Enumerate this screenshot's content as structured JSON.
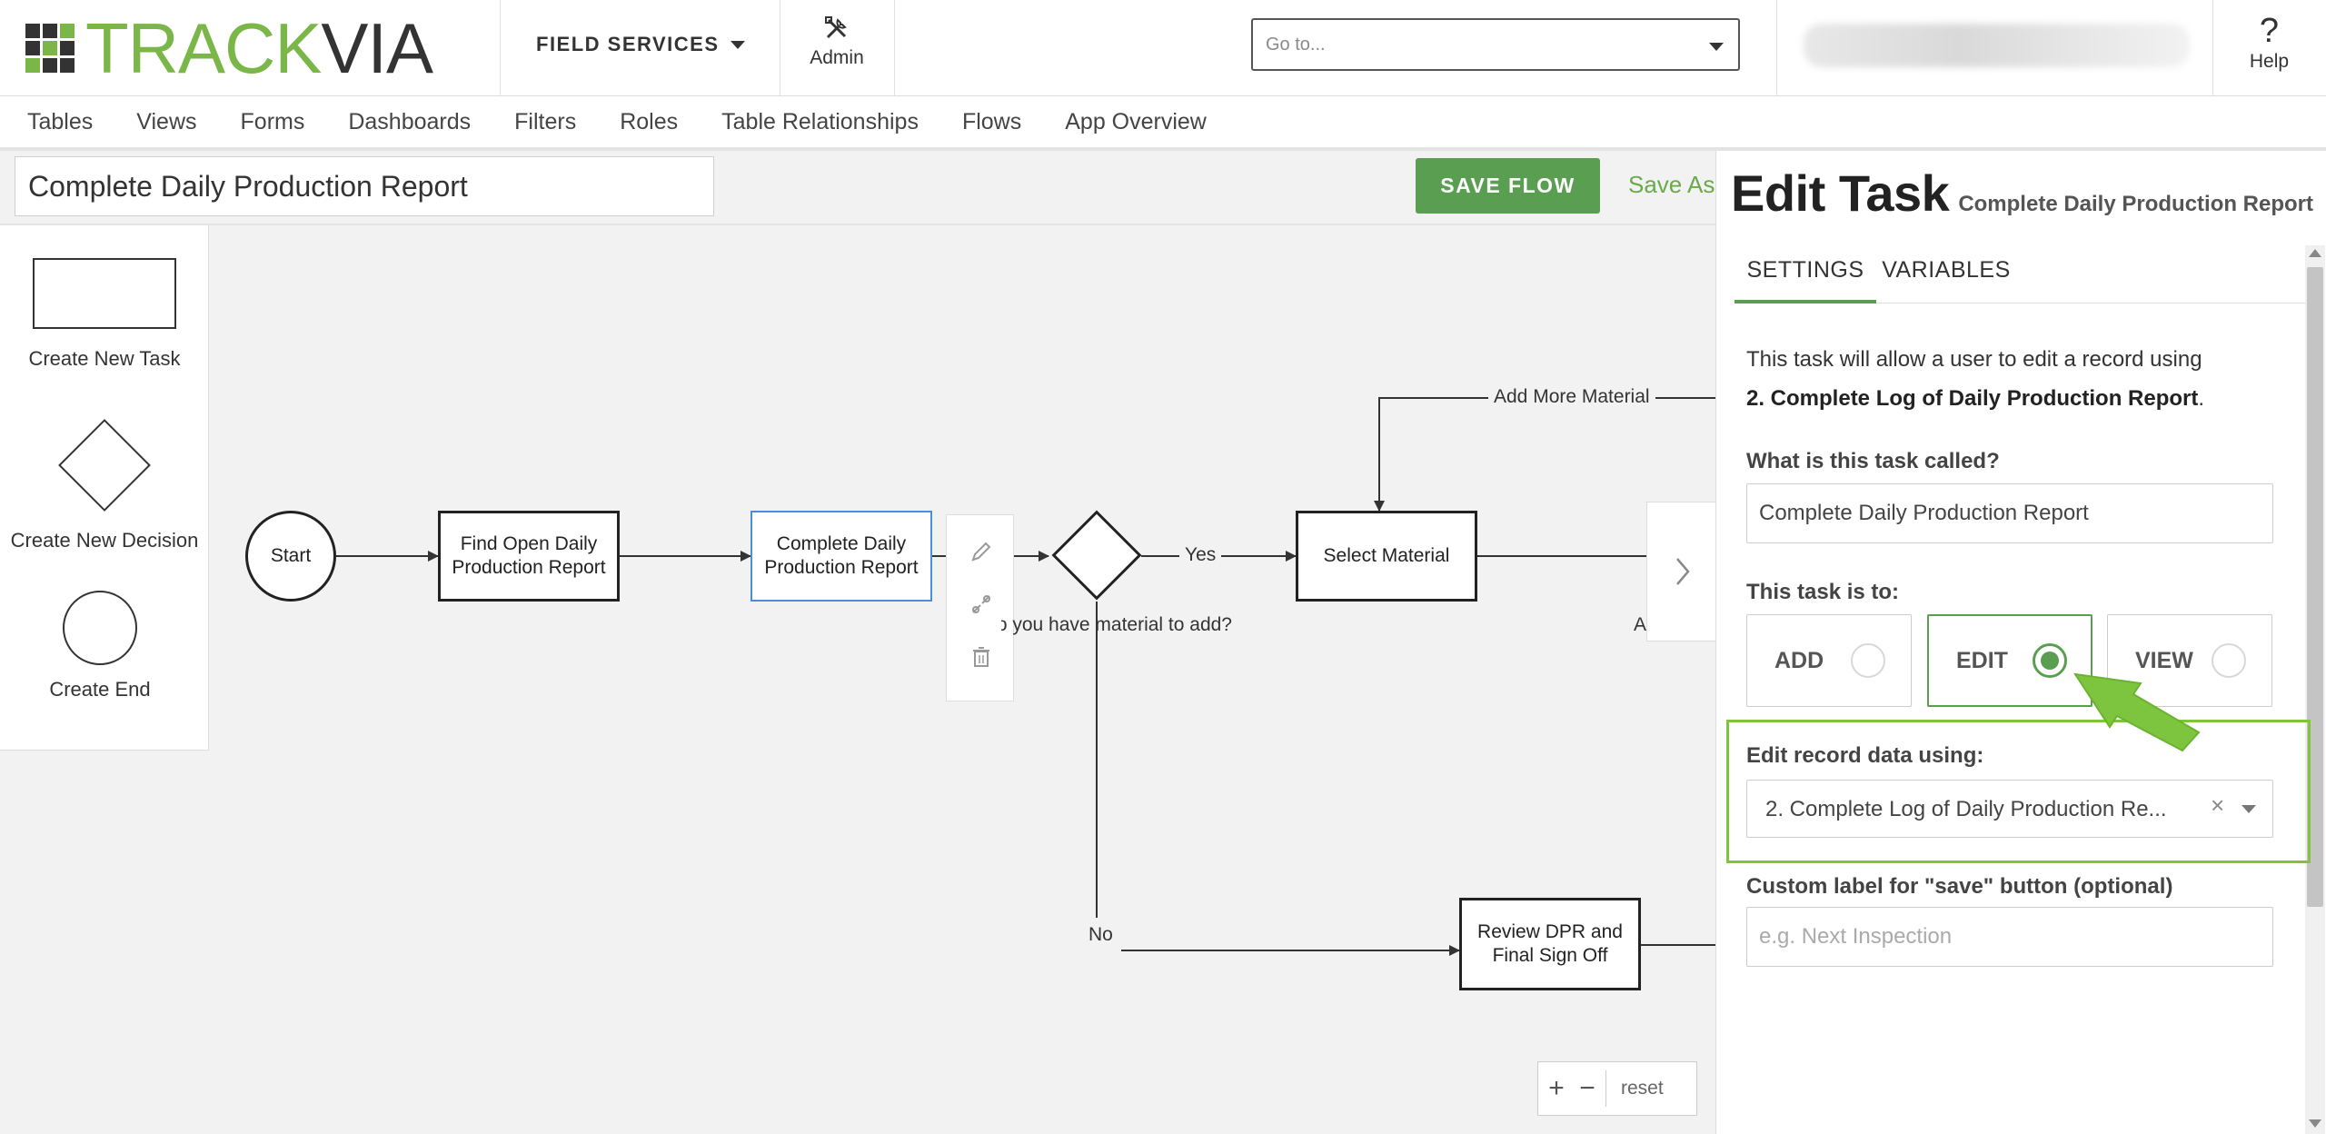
{
  "header": {
    "logo_track": "TRACK",
    "logo_via": "VIA",
    "app_name": "FIELD SERVICES",
    "admin_label": "Admin",
    "goto_placeholder": "Go to...",
    "help_label": "Help"
  },
  "nav": {
    "items": [
      "Tables",
      "Views",
      "Forms",
      "Dashboards",
      "Filters",
      "Roles",
      "Table Relationships",
      "Flows",
      "App Overview"
    ]
  },
  "toolbar": {
    "flow_name": "Complete Daily Production Report",
    "save_flow_label": "SAVE FLOW",
    "save_as_label": "Save As"
  },
  "palette": {
    "task_label": "Create New Task",
    "decision_label": "Create New Decision",
    "end_label": "Create End"
  },
  "canvas": {
    "start": "Start",
    "find_open": "Find Open Daily Production Report",
    "complete_daily": "Complete Daily Production Report",
    "decision_question": "Do you have material to add?",
    "yes_label": "Yes",
    "no_label": "No",
    "select_material": "Select Material",
    "add_more_material": "Add More Material",
    "review_dpr": "Review DPR and Final Sign Off",
    "cut_label_a": "A",
    "zoom_in": "+",
    "zoom_out": "−",
    "zoom_reset": "reset"
  },
  "panel": {
    "title": "Edit Task",
    "subtitle": "Complete Daily Production Report",
    "tabs": [
      "SETTINGS",
      "VARIABLES"
    ],
    "description_prefix": "This task will allow a user to edit a record using",
    "description_bold": "2. Complete Log of Daily Production Report",
    "description_suffix": ".",
    "task_name_label": "What is this task called?",
    "task_name_value": "Complete Daily Production Report",
    "task_is_to_label": "This task is to:",
    "options": [
      "ADD",
      "EDIT",
      "VIEW"
    ],
    "selected_option": "EDIT",
    "edit_using_label": "Edit record data using:",
    "edit_using_value": "2. Complete Log of Daily Production Re...",
    "edit_using_clear": "×",
    "custom_label_label": "Custom label for \"save\" button (optional)",
    "custom_label_placeholder": "e.g. Next Inspection"
  },
  "colors": {
    "brand_green": "#7ab648",
    "button_green": "#5a9e52",
    "highlight_green": "#7ec53f",
    "selected_node_blue": "#4a90d9"
  }
}
